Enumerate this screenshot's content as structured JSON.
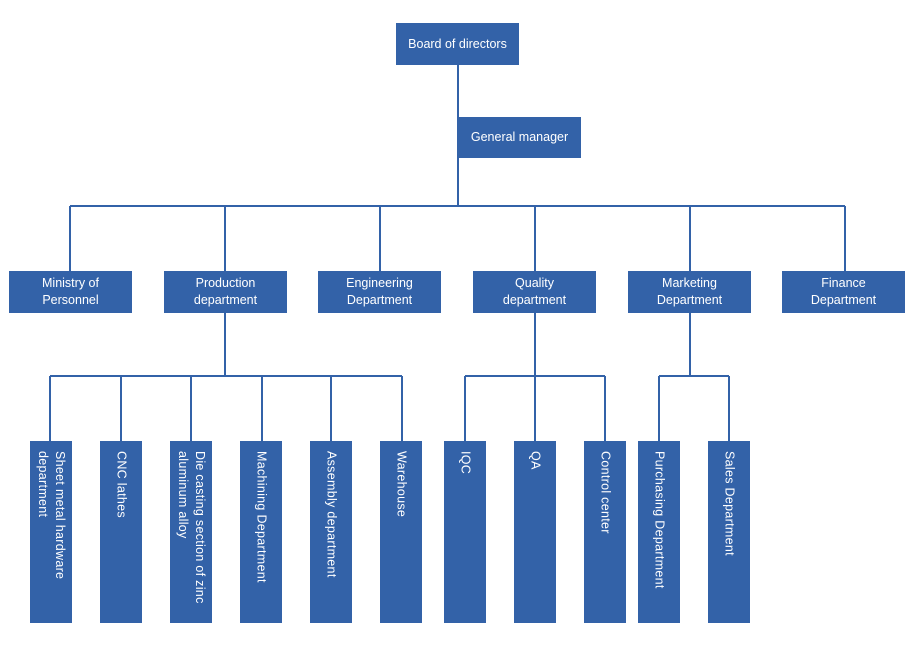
{
  "colors": {
    "box_fill": "#3362a8",
    "box_text": "#ffffff",
    "connector": "#3362a8"
  },
  "root": {
    "label": "Board of directors"
  },
  "manager": {
    "label": "General manager"
  },
  "departments": [
    {
      "id": "personnel",
      "label": "Ministry of Personnel"
    },
    {
      "id": "production",
      "label": "Production department"
    },
    {
      "id": "engineering",
      "label": "Engineering Department"
    },
    {
      "id": "quality",
      "label": "Quality department"
    },
    {
      "id": "marketing",
      "label": "Marketing Department"
    },
    {
      "id": "finance",
      "label": "Finance Department"
    }
  ],
  "sub_units": [
    {
      "parent": "production",
      "label": "Sheet metal hardware department"
    },
    {
      "parent": "production",
      "label": "CNC lathes"
    },
    {
      "parent": "production",
      "label": "Die casting section of zinc aluminum alloy"
    },
    {
      "parent": "production",
      "label": "Machining Department"
    },
    {
      "parent": "production",
      "label": "Assembly department"
    },
    {
      "parent": "production",
      "label": "Warehouse"
    },
    {
      "parent": "quality",
      "label": "IQC"
    },
    {
      "parent": "quality",
      "label": "QA"
    },
    {
      "parent": "quality",
      "label": "Control center"
    },
    {
      "parent": "marketing",
      "label": "Purchasing Department"
    },
    {
      "parent": "marketing",
      "label": "Sales Department"
    }
  ]
}
